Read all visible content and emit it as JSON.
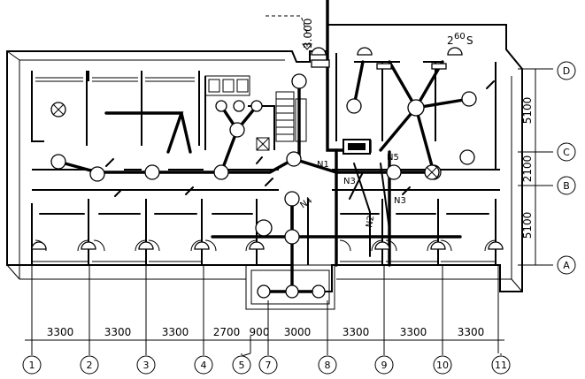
{
  "elevation_label": "3.000",
  "lamp_spec": "2",
  "lamp_spec_sup": "60",
  "lamp_spec_suffix": "S",
  "circuits": {
    "n1": "N1",
    "n2": "N2",
    "n3a": "N3",
    "n3b": "N3",
    "n4": "N4",
    "n5": "N5"
  },
  "grid_axes_horizontal": [
    "1",
    "2",
    "3",
    "4",
    "5",
    "7",
    "8",
    "9",
    "10",
    "11"
  ],
  "grid_axes_vertical": [
    "D",
    "C",
    "B",
    "A"
  ],
  "dimensions_horizontal": [
    "3300",
    "3300",
    "3300",
    "2700",
    "900",
    "3000",
    "3300",
    "3300",
    "3300"
  ],
  "dimensions_vertical": [
    "5100",
    "2100",
    "5100"
  ]
}
